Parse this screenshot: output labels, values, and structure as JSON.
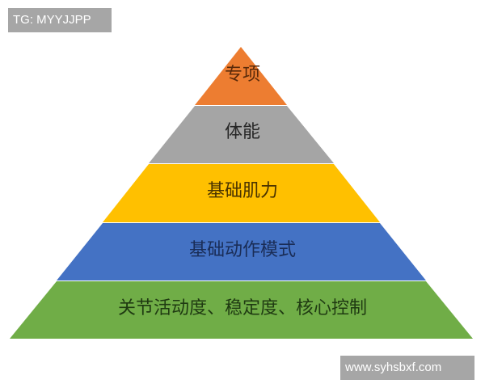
{
  "watermarks": {
    "top_left": "TG: MYYJJPP",
    "bottom_right": "www.syhsbxf.com"
  },
  "pyramid": {
    "layers": [
      {
        "label": "专项",
        "color": "#ed7d31",
        "text_color": "#5a2a0a"
      },
      {
        "label": "体能",
        "color": "#a5a5a5",
        "text_color": "#262626"
      },
      {
        "label": "基础肌力",
        "color": "#ffc000",
        "text_color": "#4a3300"
      },
      {
        "label": "基础动作模式",
        "color": "#4472c4",
        "text_color": "#1a2d57"
      },
      {
        "label": "关节活动度、稳定度、核心控制",
        "color": "#70ad47",
        "text_color": "#1f3a12"
      }
    ]
  }
}
